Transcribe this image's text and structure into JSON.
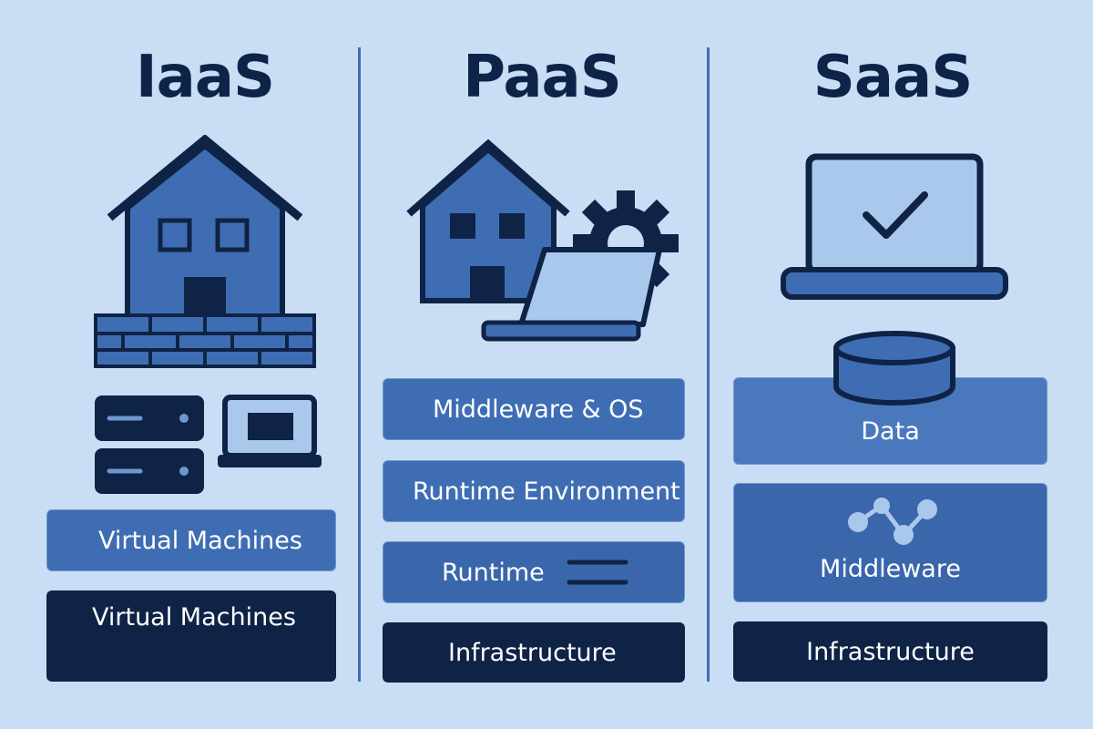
{
  "columns": [
    {
      "title": "IaaS",
      "layers": [
        "Virtual Machines",
        "Virtual Machines"
      ]
    },
    {
      "title": "PaaS",
      "layers": [
        "Middleware & OS",
        "Runtime Environment",
        "Runtime",
        "Infrastructure"
      ]
    },
    {
      "title": "SaaS",
      "layers": [
        "Data",
        "Middleware",
        "Infrastructure"
      ]
    }
  ],
  "colors": {
    "background": "#c9def5",
    "primary": "#3f6db3",
    "dark": "#0f2346",
    "light": "#a9c8ec"
  },
  "icons": [
    "house-icon",
    "brick-wall-icon",
    "server-rack-icon",
    "laptop-icon",
    "gear-icon",
    "database-icon",
    "network-nodes-icon",
    "menu-lines-icon",
    "checkmark-icon"
  ]
}
